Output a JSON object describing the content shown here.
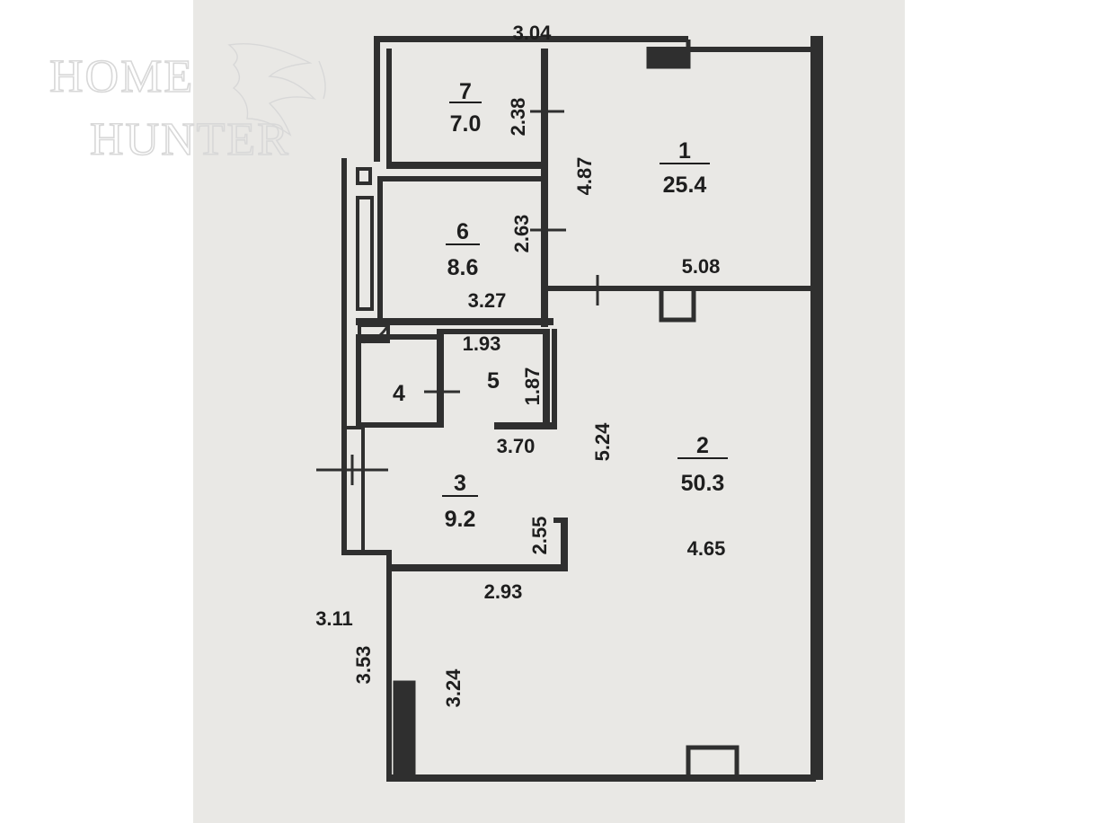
{
  "watermark": {
    "line1": "HOME",
    "line2": "HUNTER",
    "logo": "eagle-icon"
  },
  "rooms": [
    {
      "number": "1",
      "area": "25.4"
    },
    {
      "number": "2",
      "area": "50.3"
    },
    {
      "number": "3",
      "area": "9.2"
    },
    {
      "number": "4"
    },
    {
      "number": "5"
    },
    {
      "number": "6",
      "area": "8.6"
    },
    {
      "number": "7",
      "area": "7.0"
    }
  ],
  "dimensions": {
    "top_wall": "3.04",
    "room7_height": "2.38",
    "room1_height": "4.87",
    "room6_height": "2.63",
    "room1_width": "5.08",
    "room6_width": "3.27",
    "room5_width": "1.93",
    "room5_height": "1.87",
    "room3_width": "3.70",
    "room2_height": "5.24",
    "room3_height": "2.55",
    "room2_width": "4.65",
    "room3_bottom_width": "2.93",
    "left_upper": "3.11",
    "left_lower": "3.53",
    "room2_lower_height": "3.24"
  },
  "colors": {
    "paper": "#e9e8e5",
    "wall": "#2f2f2f",
    "text": "#1e1e1e",
    "watermark": "#d8d8d8"
  }
}
